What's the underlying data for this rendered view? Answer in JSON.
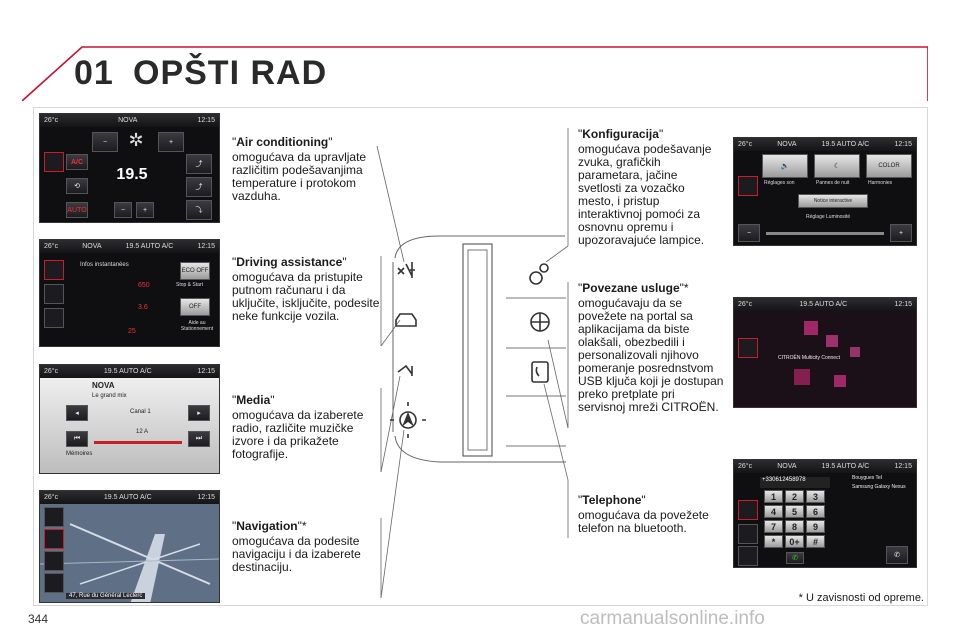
{
  "header": {
    "chapter_number": "01",
    "chapter_title": "OPŠTI RAD"
  },
  "sections": {
    "air_conditioning": {
      "title": "Air conditioning",
      "suffix": "\"",
      "body": "omogućava da upravljate različitim podešavanjima temperature i protokom vazduha."
    },
    "driving_assistance": {
      "title": "Driving assistance",
      "suffix": "\"",
      "body": "omogućava da pristupite putnom računaru i da uključite, isključite, podesite neke funkcije vozila."
    },
    "media": {
      "title": "Media",
      "suffix": "\"",
      "body": "omogućava da izaberete radio, različite muzičke izvore i da prikažete fotografije."
    },
    "navigation": {
      "title": "Navigation",
      "suffix": "\"*",
      "body": "omogućava da podesite navigaciju i da izaberete destinaciju."
    },
    "configuration": {
      "title": "Konfiguracija",
      "suffix": "\"",
      "body": "omogućava podešavanje zvuka, grafičkih parametara, jačine svetlosti za vozačko mesto, i pristup interaktivnoj pomoći za osnovnu opremu i upozoravajuće lampice."
    },
    "connected_services": {
      "title": "Povezane usluge",
      "suffix": "\"*",
      "body": "omogućavaju da se povežete na portal sa aplikacijama da biste olakšali, obezbedili i personalizovali njihovo pomeranje posrednstvom USB ključa koji je dostupan preko pretplate pri servisnoj mreži CITROËN."
    },
    "telephone": {
      "title": "Telephone",
      "suffix": "\"",
      "body": "omogućava da povežete telefon na bluetooth."
    }
  },
  "screens": {
    "common": {
      "temp": "26°c",
      "time": "12:15",
      "station": "NOVA",
      "freq": "19.5",
      "auto": "AUTO",
      "ac": "A/C"
    },
    "ac": {
      "set_temp": "19.5",
      "ac_label": "A/C",
      "auto_label": "AUTO"
    },
    "driving": {
      "heading": "Infos instantanées",
      "val1": "650",
      "val2": "3.6",
      "val3": "25",
      "eco_off": "ECO OFF",
      "stop_start": "Stop & Start",
      "p_off": "OFF",
      "stationnement": "Aide au Stationnement"
    },
    "media": {
      "station": "NOVA",
      "track": "Le grand mix",
      "channel": "Canal 1",
      "freq": "12 A",
      "memories": "Mémoires"
    },
    "navigation": {
      "address": "47, Rue du Général Leclerc"
    },
    "config": {
      "reglages_son": "Réglages son",
      "pannes": "Pannes de nuit",
      "harmonies": "Harmonies",
      "notice": "Notice interactive",
      "luminosite": "Réglage Luminosité",
      "color": "COLOR"
    },
    "services": {
      "brand": "CITROËN Multicity Connect"
    },
    "phone": {
      "number": "+330612458978",
      "carrier": "Bouygues Tel",
      "device": "Samsung Galaxy Nexus",
      "keys": [
        "1",
        "2",
        "3",
        "4",
        "5",
        "6",
        "7",
        "8",
        "9",
        "*",
        "0+",
        "#"
      ]
    }
  },
  "footnote": "* U zavisnosti od opreme.",
  "page_number": "344",
  "watermark": "carmanualsonline.info"
}
